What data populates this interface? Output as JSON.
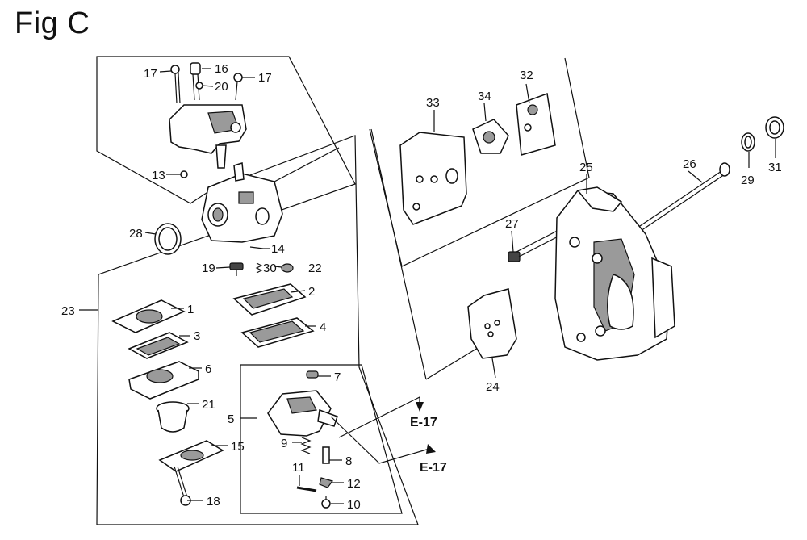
{
  "figure": {
    "title": "Fig C"
  },
  "callouts": [
    {
      "id": "c17a",
      "text": "17"
    },
    {
      "id": "c16",
      "text": "16"
    },
    {
      "id": "c17b",
      "text": "17"
    },
    {
      "id": "c20",
      "text": "20"
    },
    {
      "id": "c13",
      "text": "13"
    },
    {
      "id": "c28",
      "text": "28"
    },
    {
      "id": "c14",
      "text": "14"
    },
    {
      "id": "c19",
      "text": "19"
    },
    {
      "id": "c30",
      "text": "30"
    },
    {
      "id": "c22",
      "text": "22"
    },
    {
      "id": "c2",
      "text": "2"
    },
    {
      "id": "c4",
      "text": "4"
    },
    {
      "id": "c23",
      "text": "23"
    },
    {
      "id": "c1",
      "text": "1"
    },
    {
      "id": "c3",
      "text": "3"
    },
    {
      "id": "c6",
      "text": "6"
    },
    {
      "id": "c21",
      "text": "21"
    },
    {
      "id": "c15",
      "text": "15"
    },
    {
      "id": "c18",
      "text": "18"
    },
    {
      "id": "c7",
      "text": "7"
    },
    {
      "id": "c5",
      "text": "5"
    },
    {
      "id": "c9",
      "text": "9"
    },
    {
      "id": "c8",
      "text": "8"
    },
    {
      "id": "c11",
      "text": "11"
    },
    {
      "id": "c12",
      "text": "12"
    },
    {
      "id": "c10",
      "text": "10"
    },
    {
      "id": "c33",
      "text": "33"
    },
    {
      "id": "c34",
      "text": "34"
    },
    {
      "id": "c32",
      "text": "32"
    },
    {
      "id": "c25",
      "text": "25"
    },
    {
      "id": "c26",
      "text": "26"
    },
    {
      "id": "c29",
      "text": "29"
    },
    {
      "id": "c31",
      "text": "31"
    },
    {
      "id": "c27",
      "text": "27"
    },
    {
      "id": "c24",
      "text": "24"
    }
  ],
  "references": [
    {
      "id": "e17a",
      "text": "E-17"
    },
    {
      "id": "e17b",
      "text": "E-17"
    }
  ]
}
